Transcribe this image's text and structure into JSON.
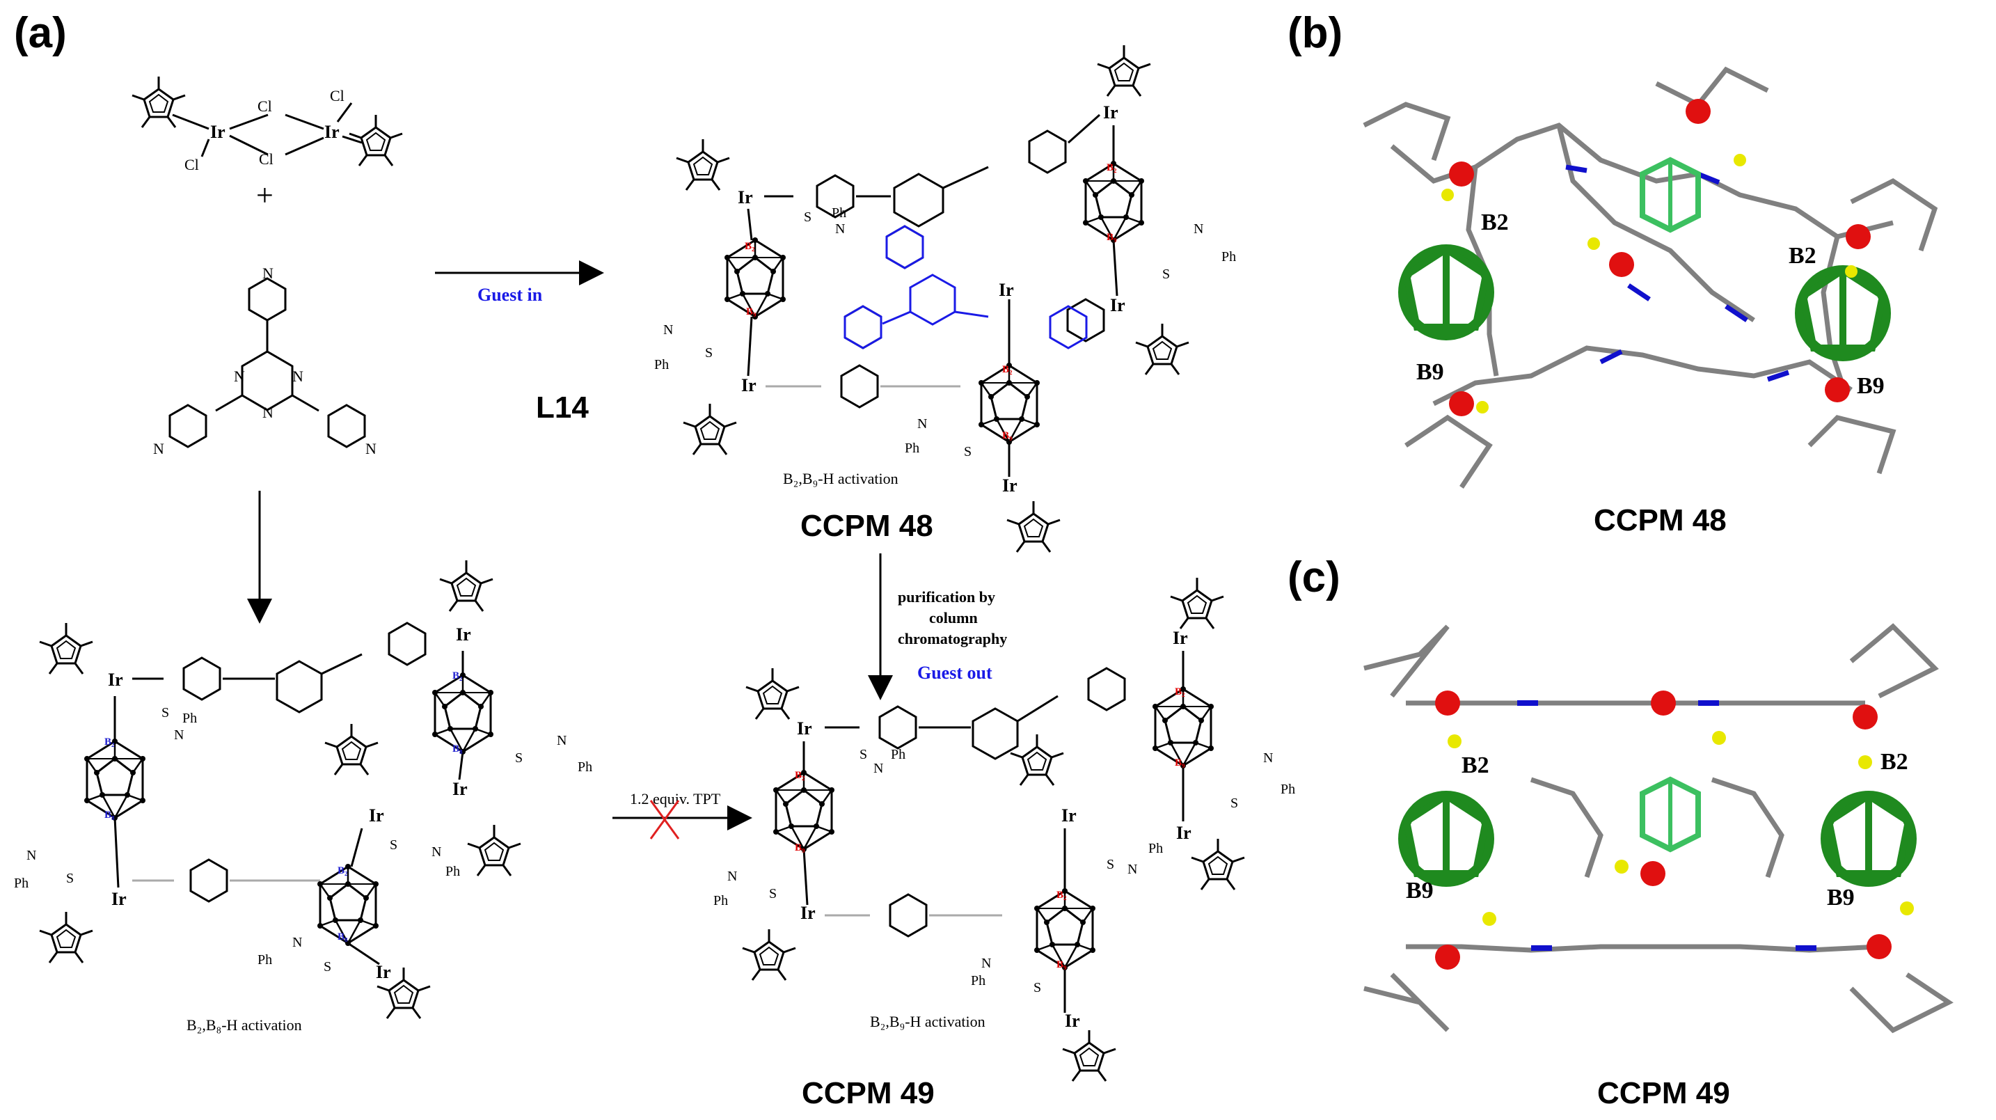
{
  "panels": {
    "a": "(a)",
    "b": "(b)",
    "c": "(c)"
  },
  "structures": {
    "dimer_labels": [
      "Cl",
      "Cl",
      "Cl",
      "Cl",
      "Ir",
      "Ir"
    ],
    "plus": "+",
    "ligand_label": "L14",
    "ligand_atoms": [
      "N",
      "N",
      "N",
      "N",
      "N",
      "N"
    ]
  },
  "arrows": {
    "guest_in": "Guest in",
    "purification_lines": [
      "purification by",
      "column",
      "chromatography"
    ],
    "guest_out": "Guest out",
    "tpt": "1.2 equiv. TPT"
  },
  "cages": {
    "ccpm48_label": "CCPM 48",
    "ccpm49_label": "CCPM 49",
    "activation_b2b9": "B₂,B₉-H activation",
    "activation_b2b8": "B₂,B₈-H activation",
    "ir": "Ir",
    "ph": "Ph",
    "s": "S",
    "n": "N",
    "b2_sub": "B₂",
    "b9_sub": "B₉",
    "b8_sub": "B₈"
  },
  "crystal": {
    "b2": "B2",
    "b9": "B9",
    "ccpm48_label": "CCPM 48",
    "ccpm49_label": "CCPM 49"
  },
  "colors": {
    "boron_cage": "#1f8a1f",
    "iridium": "#e01010",
    "nitrogen": "#1010cc",
    "sulfur": "#e8e800",
    "carbon": "#888888",
    "guest_blue": "#1a1ae6",
    "cross_red": "#e02020"
  }
}
